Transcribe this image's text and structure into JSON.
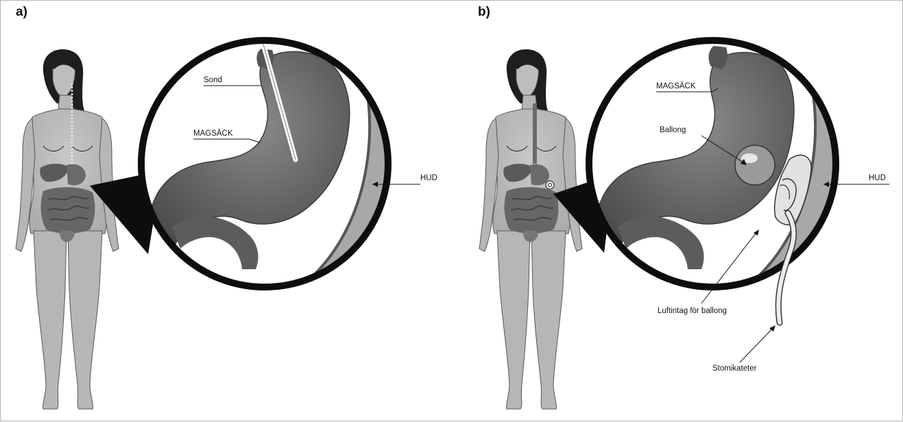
{
  "panels": [
    {
      "letter": "a)",
      "labels": {
        "probe": "Sond",
        "stomach": "MAGSÄCK",
        "skin": "HUD"
      }
    },
    {
      "letter": "b)",
      "labels": {
        "stomach": "MAGSÄCK",
        "balloon": "Ballong",
        "skin": "HUD",
        "air_inlet": "Luftintag för ballong",
        "catheter": "Stomikateter"
      }
    }
  ],
  "colors": {
    "body_fill": "#b9b9b9",
    "body_outline": "#555555",
    "organ_dark": "#5a5a5a",
    "stomach": "#6e6e6e",
    "skin_wall": "#a8a8a8",
    "circle_border": "#0d0d0d"
  }
}
